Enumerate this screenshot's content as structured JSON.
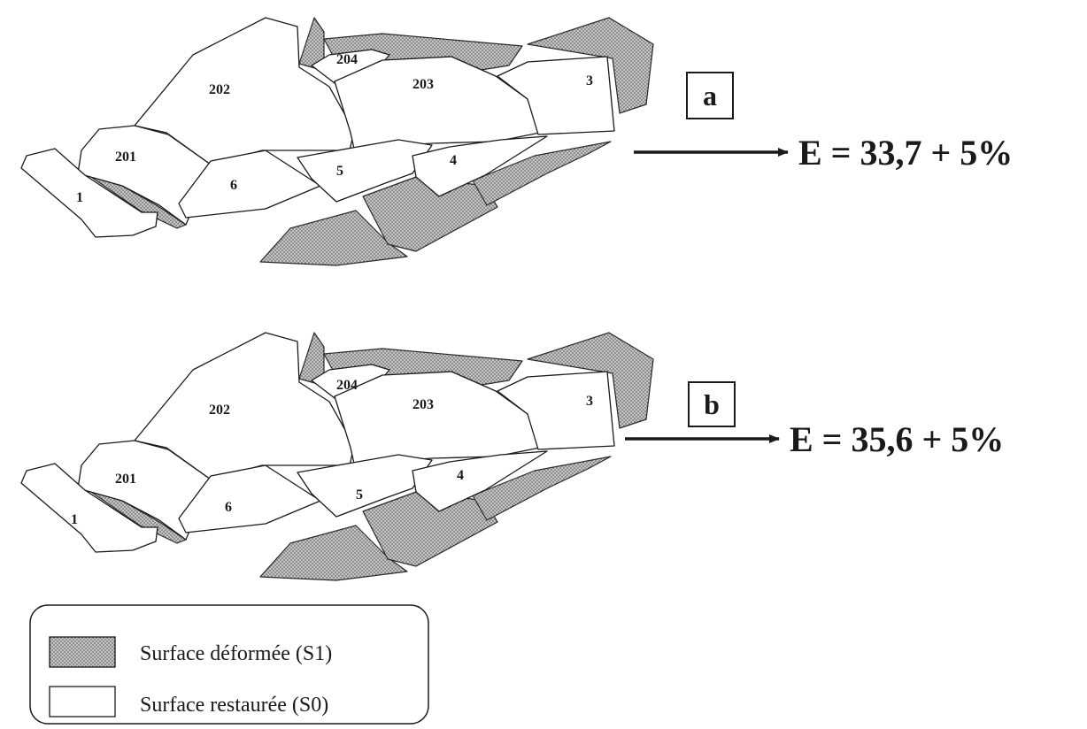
{
  "panels": [
    {
      "id": "a",
      "label": "a",
      "result": "E = 33,7 + 5%",
      "blocks": {
        "b202": "202",
        "b203": "203",
        "b204": "204",
        "b201": "201",
        "b1": "1",
        "b6": "6",
        "b5": "5",
        "b4": "4",
        "b3": "3"
      }
    },
    {
      "id": "b",
      "label": "b",
      "result": "E = 35,6 + 5%",
      "blocks": {
        "b202": "202",
        "b203": "203",
        "b204": "204",
        "b201": "201",
        "b1": "1",
        "b6": "6",
        "b5": "5",
        "b4": "4",
        "b3": "3"
      }
    }
  ],
  "legend": {
    "deformed_label": "Surface déformée (S1)",
    "restored_label": "Surface restaurée (S0)"
  },
  "colors": {
    "deformed_fill": "#a9a9a9",
    "outline": "#1a1a1a",
    "background": "#ffffff"
  }
}
